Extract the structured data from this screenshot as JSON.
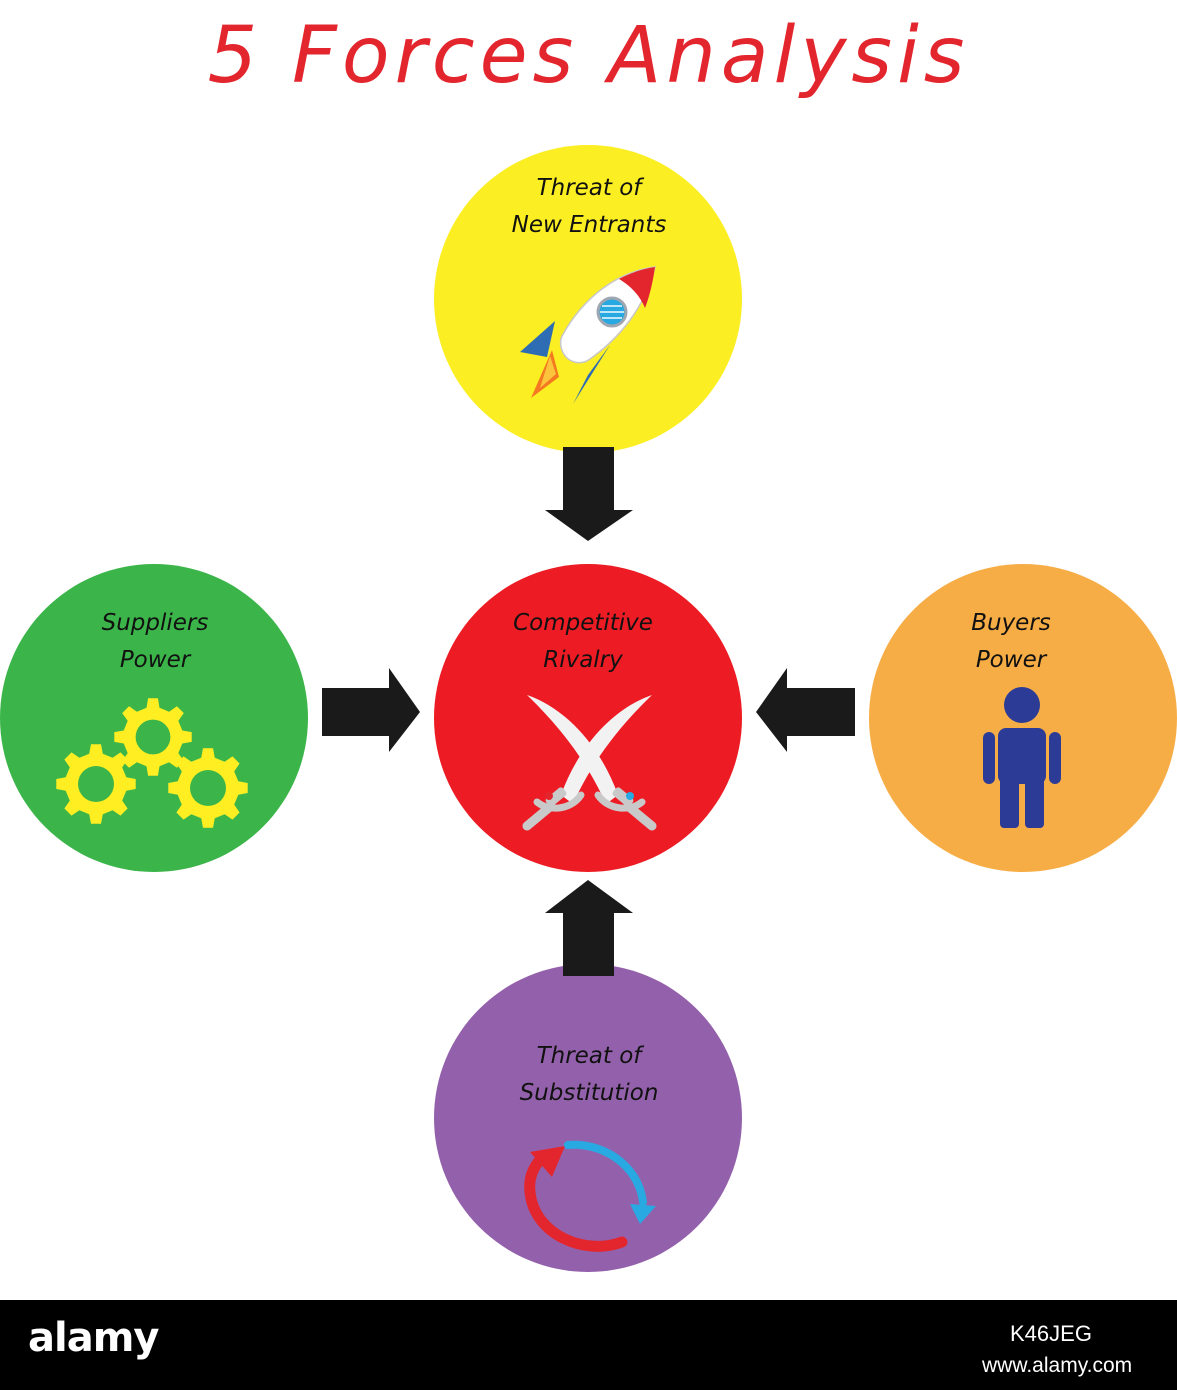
{
  "diagram": {
    "title": "5 Forces Analysis",
    "colors": {
      "title": "#e3262e",
      "arrows": "#1a1a1a",
      "label_text": "#111111"
    },
    "forces": {
      "new_entrants": {
        "label_line1": "Threat of",
        "label_line2": "New Entrants",
        "color": "#fbee22",
        "icon": "rocket-icon"
      },
      "rivalry": {
        "label_line1": "Competitive",
        "label_line2": "Rivalry",
        "color": "#ed1c24",
        "icon": "crossed-swords-icon"
      },
      "suppliers": {
        "label_line1": "Suppliers",
        "label_line2": "Power",
        "color": "#3bb54a",
        "icon": "gears-icon"
      },
      "buyers": {
        "label_line1": "Buyers",
        "label_line2": "Power",
        "color": "#f7ad46",
        "icon": "person-icon"
      },
      "substitution": {
        "label_line1": "Threat of",
        "label_line2": "Substitution",
        "color": "#9361ab",
        "icon": "cycle-arrows-icon"
      }
    },
    "arrows": [
      {
        "from": "new_entrants",
        "to": "rivalry"
      },
      {
        "from": "suppliers",
        "to": "rivalry"
      },
      {
        "from": "buyers",
        "to": "rivalry"
      },
      {
        "from": "substitution",
        "to": "rivalry"
      }
    ]
  },
  "footer": {
    "brand": "alamy",
    "image_id": "K46JEG",
    "url": "www.alamy.com",
    "background": "#000000",
    "text_color": "#ffffff"
  }
}
